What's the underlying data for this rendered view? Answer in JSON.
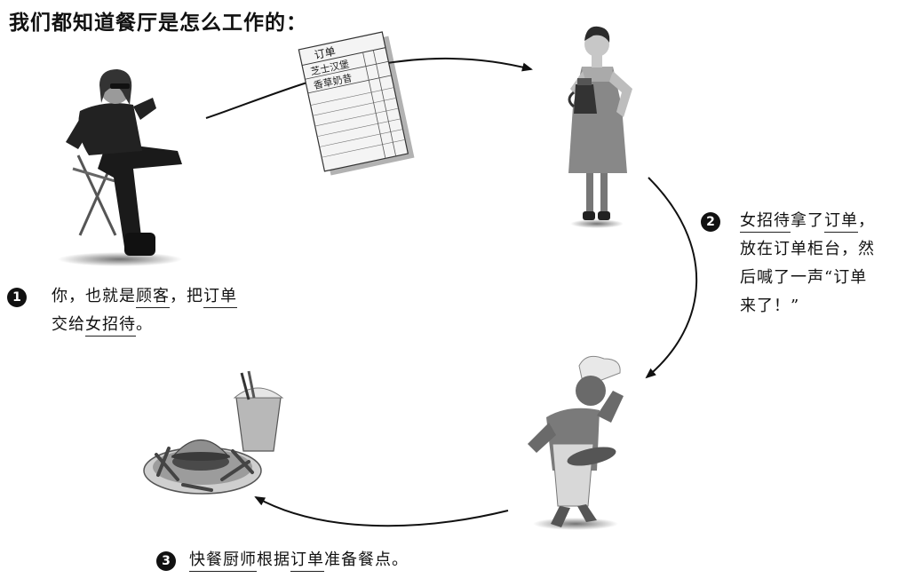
{
  "title": "我们都知道餐厅是怎么工作的：",
  "order_slip": {
    "header": "订单",
    "lines": [
      "芝士汉堡",
      "香草奶昔"
    ]
  },
  "steps": [
    {
      "number": "1",
      "segments": [
        {
          "text": "你，也就是",
          "underline": false
        },
        {
          "text": "顾客",
          "underline": true
        },
        {
          "text": "，把",
          "underline": false
        },
        {
          "text": "订单",
          "underline": true
        },
        {
          "text": "\n交给",
          "underline": false
        },
        {
          "text": "女招待",
          "underline": true
        },
        {
          "text": "。",
          "underline": false
        }
      ]
    },
    {
      "number": "2",
      "segments": [
        {
          "text": "女招待",
          "underline": true
        },
        {
          "text": "拿了",
          "underline": false
        },
        {
          "text": "订单",
          "underline": true
        },
        {
          "text": "，\n放在订单柜台，然\n后喊了一声“订单\n来了！”",
          "underline": false
        }
      ]
    },
    {
      "number": "3",
      "segments": [
        {
          "text": "快餐厨师",
          "underline": true
        },
        {
          "text": "根据",
          "underline": false
        },
        {
          "text": "订单",
          "underline": true
        },
        {
          "text": "准备餐点。",
          "underline": false
        }
      ]
    }
  ]
}
